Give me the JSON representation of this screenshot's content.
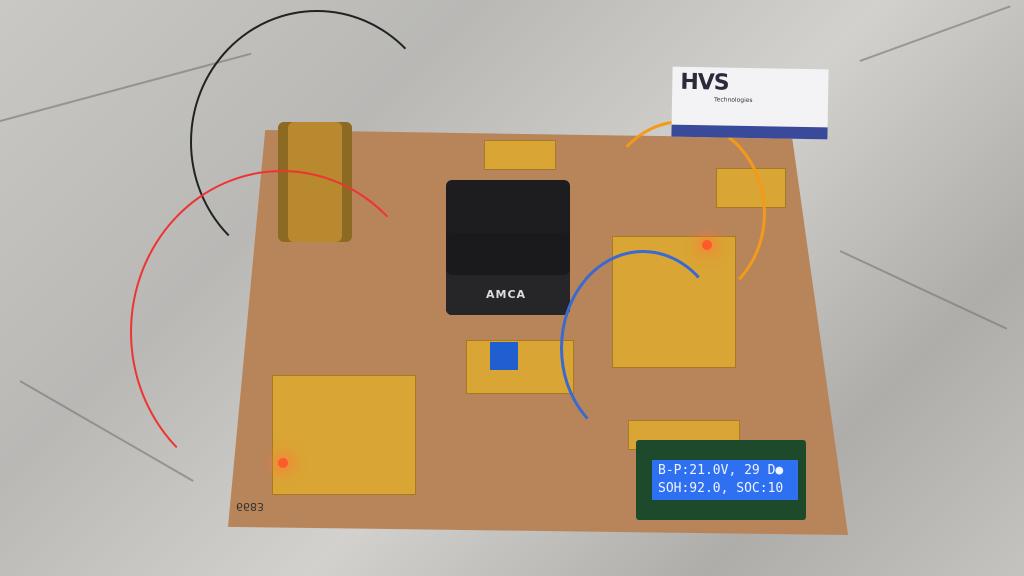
{
  "lcd": {
    "line1": "B-P:21.0V, 29 D●",
    "line2": "SOH:92.0, SOC:10"
  },
  "business_card": {
    "logo": "HVS",
    "subtitle": "Technologies"
  },
  "battery": {
    "brand": "AMCA"
  },
  "board_marking": "6683",
  "colors": {
    "lcd_background": "#2f6ff2",
    "board": "#b8855a",
    "pcb": "#d9a534"
  }
}
